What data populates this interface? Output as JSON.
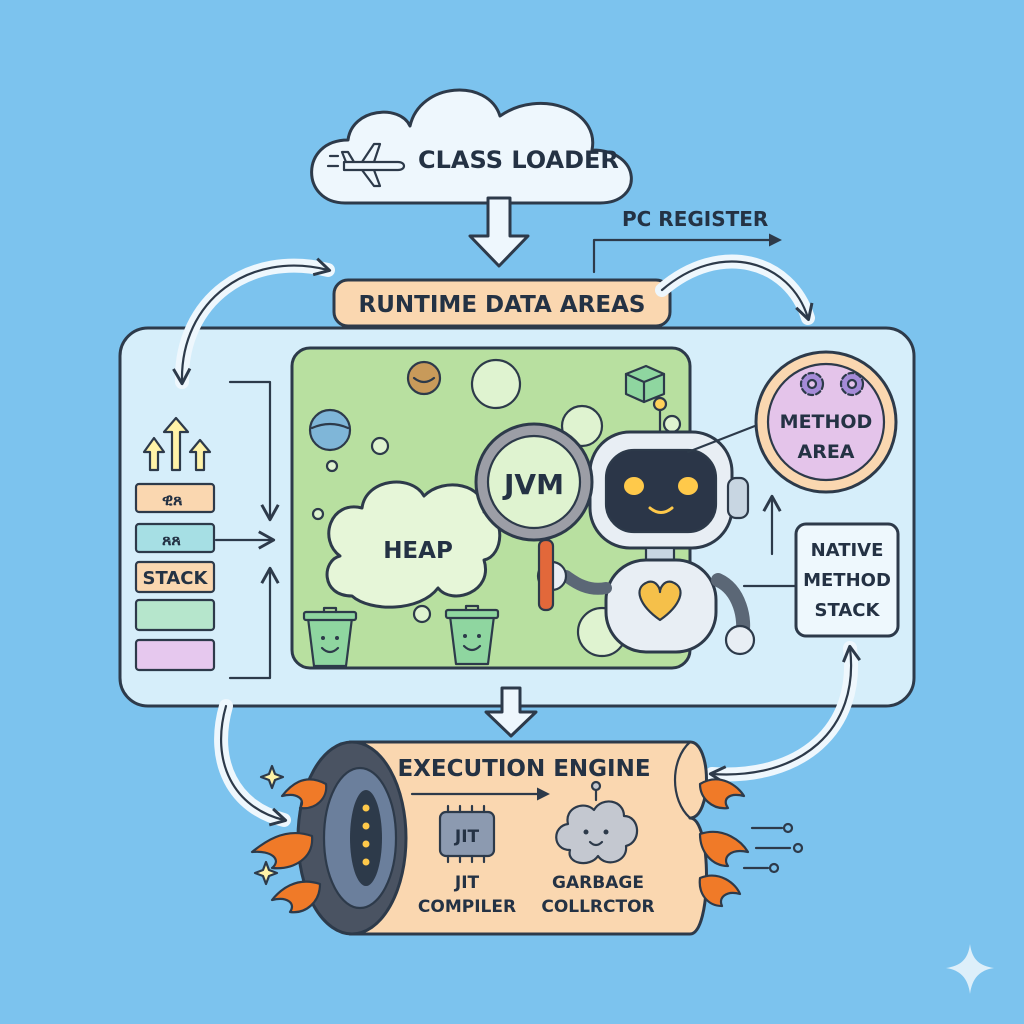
{
  "diagram": {
    "class_loader": "CLASS LOADER",
    "pc_register": "PC REGISTER",
    "runtime_data_areas": "RUNTIME DATA AREAS",
    "heap": "HEAP",
    "jvm": "JVM",
    "method_area": [
      "METHOD",
      "AREA"
    ],
    "native_method_stack": [
      "NATIVE",
      "METHOD",
      "STACK"
    ],
    "stack_label": "STACK",
    "execution_engine": "EXECUTION ENGINE",
    "jit_chip": "JIT",
    "jit_compiler": [
      "JIT",
      "COMPILER"
    ],
    "garbage_collector": [
      "GARBAGE",
      "COLLRCTOR"
    ]
  },
  "colors": {
    "background": "#7cc3ee",
    "panel": "#d6eefa",
    "heap_area": "#b8e0a0",
    "banner": "#fad7b0",
    "method_area": "#e4c4ea",
    "stack_orange": "#fad7b0",
    "stack_teal": "#a6dfe4",
    "stack_green": "#b6e6cc",
    "stack_purple": "#e6c8ee",
    "flame": "#f07a28"
  },
  "icons": [
    "airplane-icon",
    "gear-icon",
    "robot-icon",
    "magnifier-icon",
    "trash-can-icon",
    "flame-icon",
    "sparkle-icon",
    "chip-icon",
    "dust-cloud-icon",
    "arrow-icon"
  ]
}
